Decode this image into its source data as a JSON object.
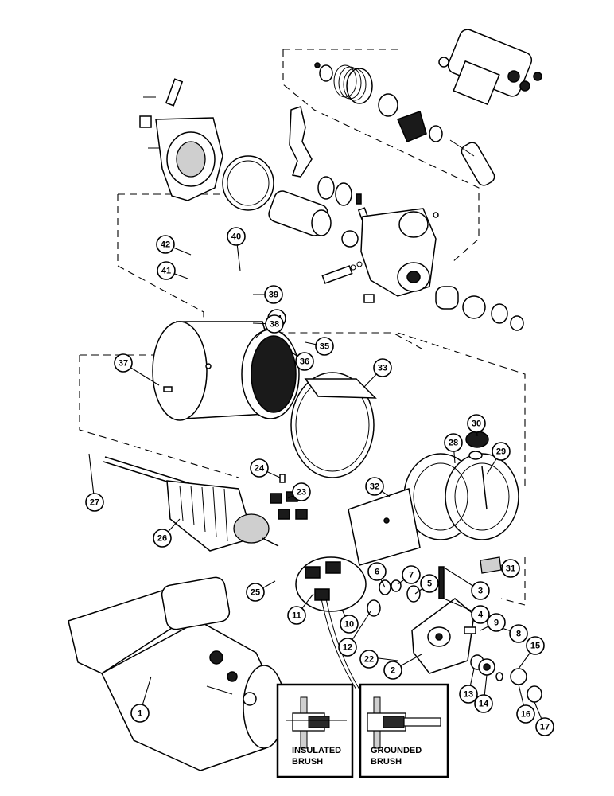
{
  "callouts": [
    "1",
    "2",
    "3",
    "4",
    "5",
    "6",
    "7",
    "8",
    "9",
    "10",
    "11",
    "12",
    "13",
    "14",
    "15",
    "16",
    "17",
    "22",
    "23",
    "24",
    "25",
    "26",
    "27",
    "28",
    "29",
    "30",
    "31",
    "32",
    "33",
    "34",
    "35",
    "36",
    "37",
    "38",
    "39",
    "40",
    "41",
    "42"
  ],
  "insets": {
    "left_label_line1": "INSULATED",
    "left_label_line2": "BRUSH",
    "right_label_line1": "GROUNDED",
    "right_label_line2": "BRUSH"
  }
}
